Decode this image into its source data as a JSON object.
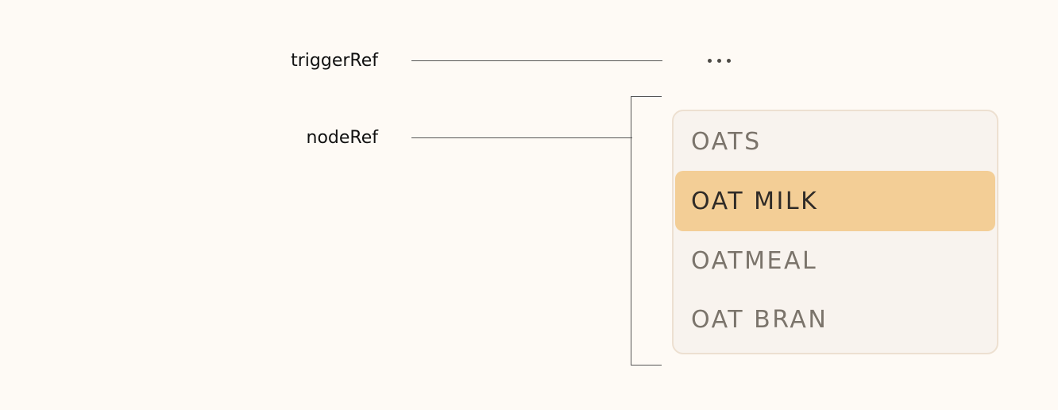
{
  "labels": {
    "trigger_ref": "triggerRef",
    "node_ref": "nodeRef"
  },
  "trigger": {
    "icon": "more-horizontal-icon"
  },
  "listbox": {
    "options": [
      {
        "label": "OATS",
        "active": false
      },
      {
        "label": "OAT MILK",
        "active": true
      },
      {
        "label": "OATMEAL",
        "active": false
      },
      {
        "label": "OAT BRAN",
        "active": false
      }
    ]
  },
  "colors": {
    "background": "#fefaf5",
    "listbox_bg": "#f8f3ee",
    "listbox_border": "#ede0d1",
    "highlight": "#f3ce96",
    "option_text": "#7b746b",
    "active_text": "#2f2b27",
    "line": "#555555"
  }
}
